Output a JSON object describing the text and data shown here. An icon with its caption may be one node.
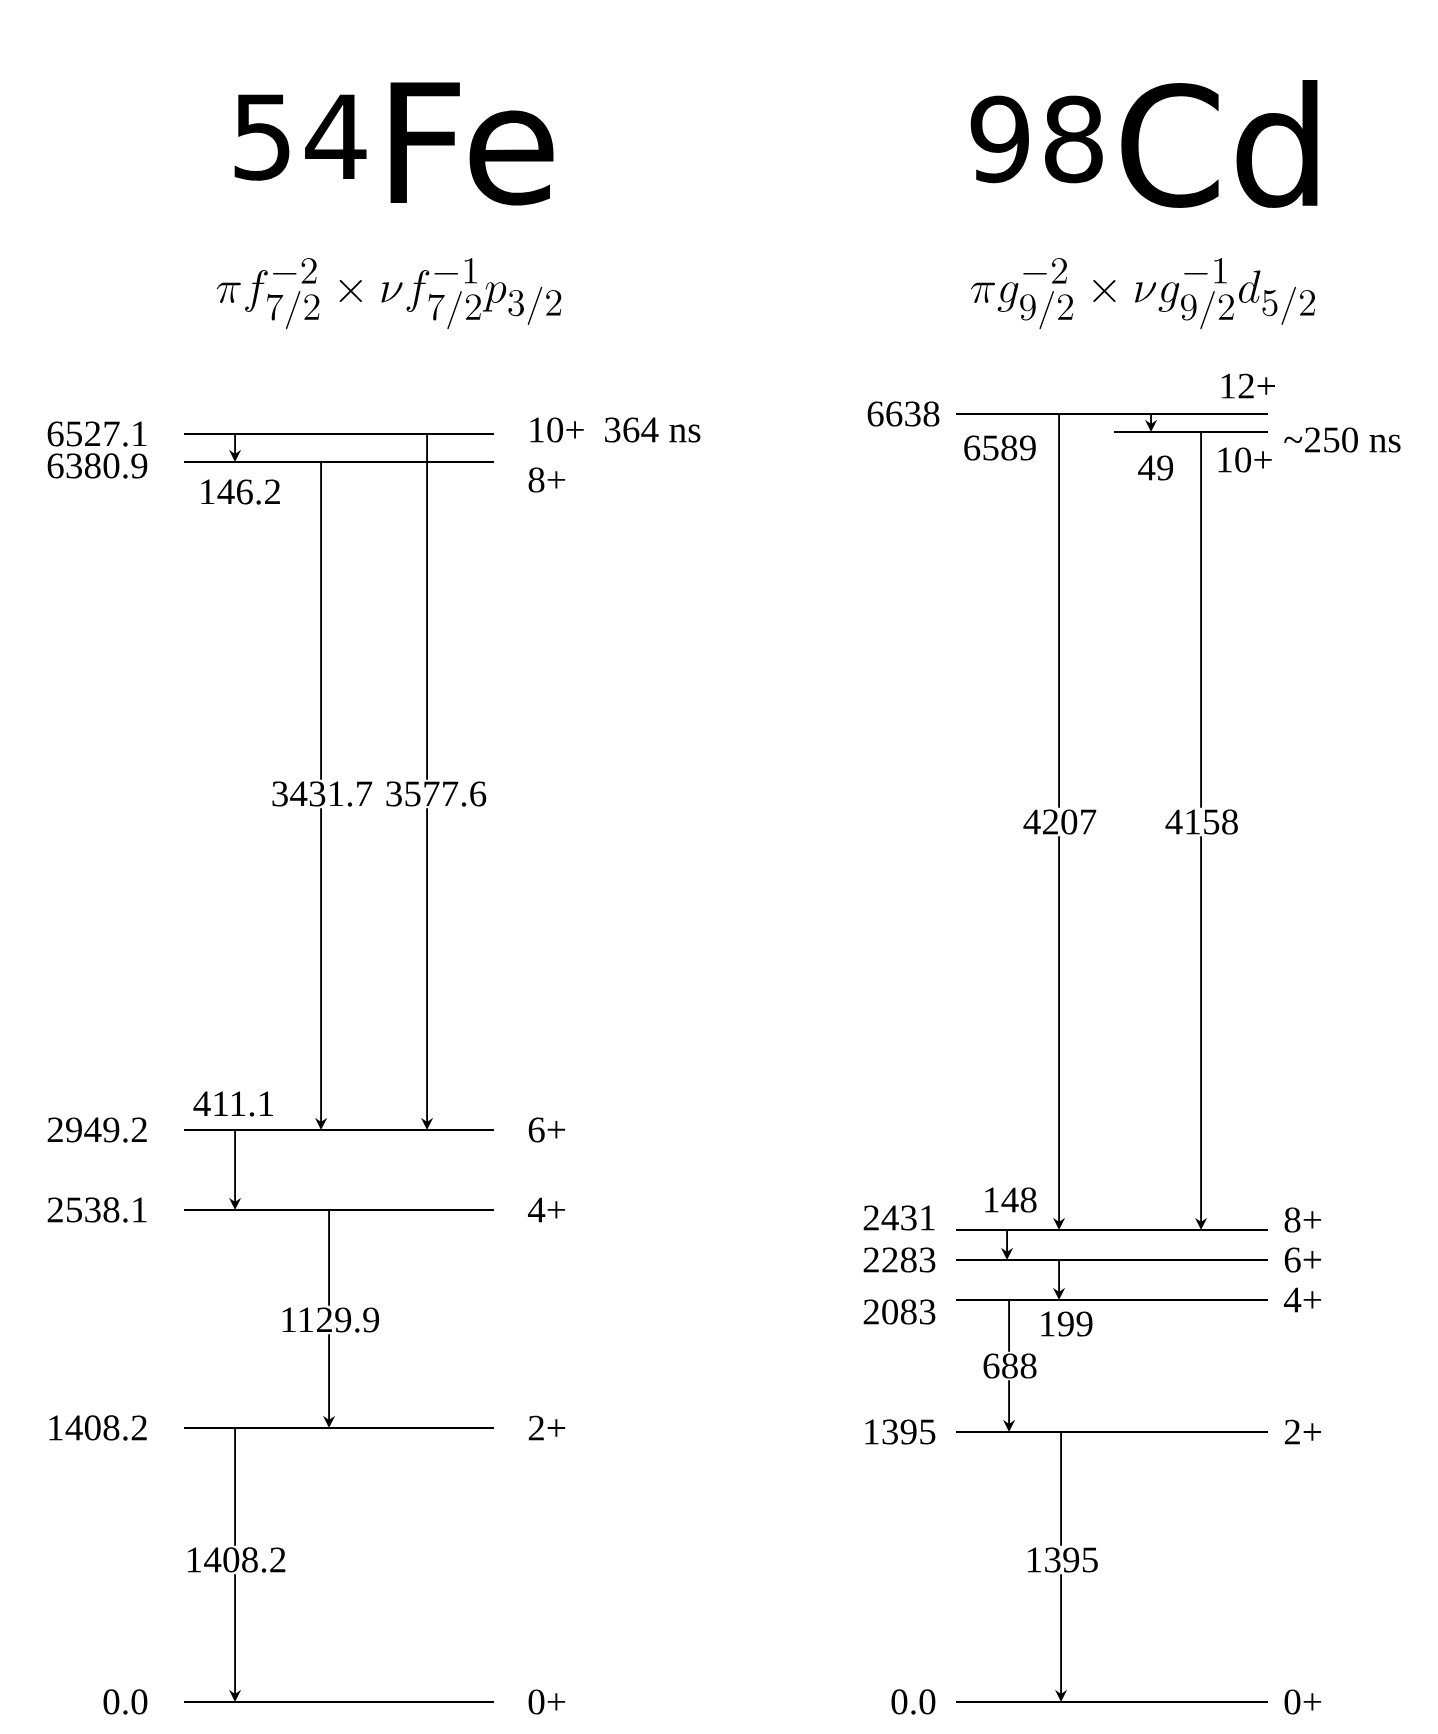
{
  "diagram": {
    "nodes": [
      {
        "text": [],
        "shape": "bar",
        "beside": [
          "6527.1",
          "10+",
          "364 ns"
        ]
      },
      {
        "text": [],
        "shape": "bar",
        "beside": [
          "6380.9",
          "8+"
        ]
      },
      {
        "text": [],
        "shape": "bar",
        "beside": [
          "2949.2",
          "6+"
        ]
      },
      {
        "text": [],
        "shape": "bar",
        "beside": [
          "2538.1",
          "4+"
        ]
      },
      {
        "text": [],
        "shape": "bar",
        "beside": [
          "1408.2",
          "2+"
        ]
      },
      {
        "text": [],
        "shape": "bar",
        "beside": [
          "0.0",
          "0+"
        ]
      },
      {
        "text": [],
        "shape": "bar",
        "beside": [
          "6638",
          "12+"
        ]
      },
      {
        "text": [],
        "shape": "bar",
        "beside": [
          "10+",
          "~250 ns"
        ]
      },
      {
        "text": [],
        "shape": "bar",
        "beside": [
          "2431",
          "8+"
        ]
      },
      {
        "text": [],
        "shape": "bar",
        "beside": [
          "2283",
          "6+"
        ]
      },
      {
        "text": [],
        "shape": "bar",
        "beside": [
          "2083",
          "4+"
        ]
      },
      {
        "text": [],
        "shape": "bar",
        "beside": [
          "1395",
          "2+"
        ]
      },
      {
        "text": [],
        "shape": "bar",
        "beside": [
          "0.0",
          "0+"
        ]
      }
    ],
    "edges": [
      {
        "from": 0,
        "to": 1,
        "arrow": "to",
        "label": "146.2"
      },
      {
        "from": 1,
        "to": 2,
        "arrow": "to",
        "label": "3431.7"
      },
      {
        "from": 0,
        "to": 2,
        "arrow": "to",
        "label": "3577.6"
      },
      {
        "from": 2,
        "to": 3,
        "arrow": "to",
        "label": "411.1"
      },
      {
        "from": 3,
        "to": 4,
        "arrow": "to",
        "label": "1129.9"
      },
      {
        "from": 4,
        "to": 5,
        "arrow": "to",
        "label": "1408.2"
      },
      {
        "from": 6,
        "to": 7,
        "arrow": "to",
        "label": "49"
      },
      {
        "from": 6,
        "to": 8,
        "arrow": "to",
        "label": "4207"
      },
      {
        "from": 7,
        "to": 8,
        "arrow": "to",
        "label": "4158"
      },
      {
        "from": 8,
        "to": 9,
        "arrow": "to",
        "label": "148"
      },
      {
        "from": 9,
        "to": 10,
        "arrow": "to",
        "label": "199"
      },
      {
        "from": 10,
        "to": 11,
        "arrow": "to",
        "label": "688"
      },
      {
        "from": 11,
        "to": 12,
        "arrow": "to",
        "label": "1395"
      }
    ],
    "labels": [
      "$^{54}$Fe",
      "\\pi f^{-2}_{7/2}\\times\\nu f^{-1}_{7/2}p_{3/2}",
      "$^{98}$Cd",
      "\\pi g^{-2}_{9/2}\\times\\nu g^{-1}_{9/2}d_{5/2}",
      "6589"
    ]
  }
}
